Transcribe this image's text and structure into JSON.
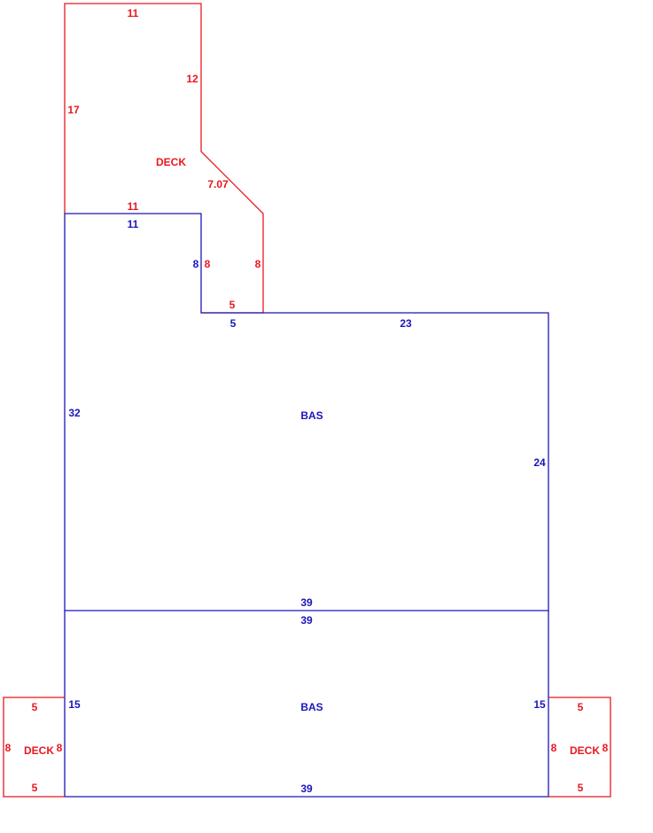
{
  "colors": {
    "deck": "#e8171f",
    "bas": "#1b16b8"
  },
  "deck_top": {
    "name": "DECK",
    "sides": {
      "top": "11",
      "right_upper": "12",
      "diagonal": "7.07",
      "right_lower": "8",
      "bottom": "5",
      "inner_right": "8",
      "inner_top": "11",
      "left": "17"
    }
  },
  "bas_upper": {
    "name": "BAS",
    "sides": {
      "notch_top": "11",
      "notch_right": "8",
      "notch_bottom": "5",
      "top": "23",
      "left": "32",
      "right": "24",
      "bottom": "39"
    }
  },
  "bas_lower": {
    "name": "BAS",
    "sides": {
      "top": "39",
      "left": "15",
      "right": "15",
      "bottom": "39"
    }
  },
  "deck_left": {
    "name": "DECK",
    "sides": {
      "top": "5",
      "left": "8",
      "right": "8",
      "bottom": "5"
    }
  },
  "deck_right": {
    "name": "DECK",
    "sides": {
      "top": "5",
      "left": "8",
      "right": "8",
      "bottom": "5"
    }
  }
}
